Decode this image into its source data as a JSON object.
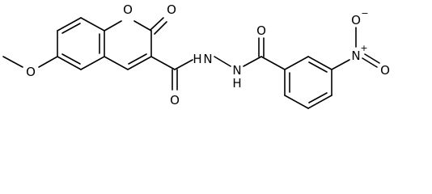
{
  "molecule": {
    "atoms": {
      "ring_o": "O",
      "lactone_o": "O",
      "methoxy_o": "O",
      "amide1_o": "O",
      "nh1": "H",
      "n1": "N",
      "nh2": "N",
      "h2": "H",
      "amide2_o": "O",
      "nitro_n": "N",
      "nitro_n_charge": "+",
      "nitro_o1": "O",
      "nitro_o1_charge": "−",
      "nitro_o2": "O"
    },
    "colors": {
      "bond": "#000000",
      "label": "#000000",
      "background": "#ffffff"
    }
  }
}
